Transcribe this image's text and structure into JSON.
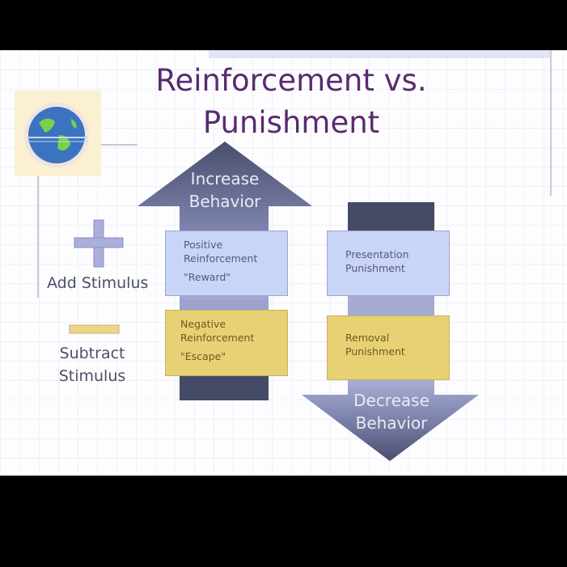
{
  "title_line1": "Reinforcement vs.",
  "title_line2": "Punishment",
  "increase": {
    "line1": "Increase",
    "line2": "Behavior"
  },
  "decrease": {
    "line1": "Decrease",
    "line2": "Behavior"
  },
  "add_stimulus": "Add Stimulus",
  "subtract_stimulus": {
    "line1": "Subtract",
    "line2": "Stimulus"
  },
  "boxes": {
    "positive": {
      "line1": "Positive",
      "line2": "Reinforcement",
      "line3": "\"Reward\""
    },
    "negative": {
      "line1": "Negative",
      "line2": "Reinforcement",
      "line3": "\"Escape\""
    },
    "presentation": {
      "line1": "Presentation",
      "line2": "Punishment"
    },
    "removal": {
      "line1": "Removal",
      "line2": "Punishment"
    }
  },
  "colors": {
    "title": "#5a2a6e",
    "blue_box": "#c9d5f6",
    "gold_box": "#e8d174",
    "arrow_dark": "#454a66"
  }
}
